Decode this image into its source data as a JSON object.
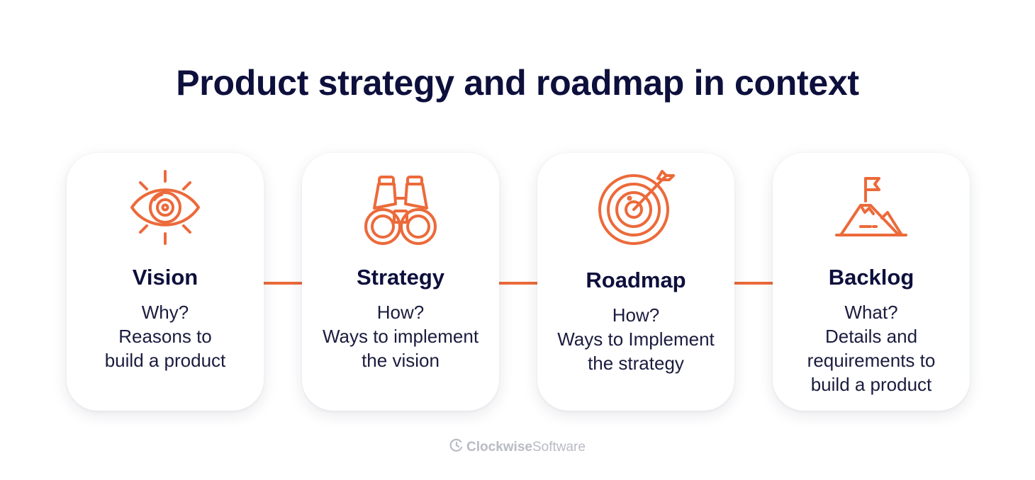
{
  "title": "Product strategy and roadmap in context",
  "accent_color": "#ec6a3a",
  "stages": [
    {
      "icon": "eye-icon",
      "name": "Vision",
      "question": "Why?",
      "description": "Reasons to\nbuild a product"
    },
    {
      "icon": "binoculars-icon",
      "name": "Strategy",
      "question": "How?",
      "description": "Ways to implement\nthe vision"
    },
    {
      "icon": "target-arrow-icon",
      "name": "Roadmap",
      "question": "How?",
      "description": "Ways to Implement\nthe strategy"
    },
    {
      "icon": "mountain-flag-icon",
      "name": "Backlog",
      "question": "What?",
      "description": "Details and\nrequirements to\nbuild a product"
    }
  ],
  "footer": {
    "brand_bold": "Clockwise",
    "brand_light": "Software"
  }
}
